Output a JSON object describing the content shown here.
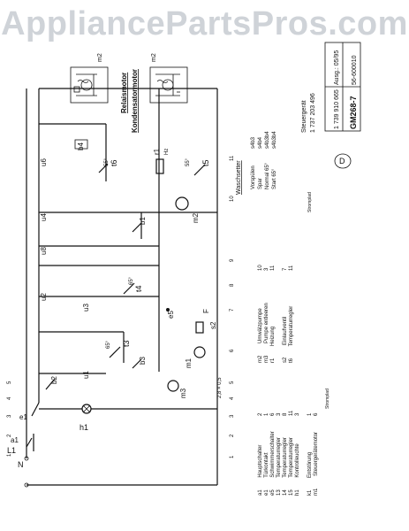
{
  "watermark": "AppliancePartsPros.com",
  "motor_insets": {
    "relay": {
      "title": "Relaismotor",
      "label": "m2"
    },
    "capacitor": {
      "title": "Kondensatormotor",
      "label": "m2"
    }
  },
  "title_block": {
    "part_number_1": "1 739 910 665",
    "issue": "Ausg.: 05/95",
    "model": "GM268-7",
    "doc_number": "56-600010",
    "control_unit_title": "Steuergerät",
    "control_unit_number": "1 737 203 496",
    "country": "D"
  },
  "wash_table": {
    "title": "Waschsetter",
    "programs": [
      "Vorspülen",
      "Spar",
      "Normal 65°",
      "Start 65°"
    ],
    "codes": [
      "s4b3",
      "s4b4",
      "s4b3b4",
      "s4b3b4"
    ]
  },
  "legend": {
    "left": [
      {
        "code": "a1",
        "num": "2",
        "text": "Hauptschalter"
      },
      {
        "code": "e1",
        "num": "1",
        "text": "Türkontakt"
      },
      {
        "code": "e5",
        "num": "6",
        "text": "Schwimmerschalter"
      },
      {
        "code": "13",
        "num": "3",
        "text": "Temperaturregler"
      },
      {
        "code": "14",
        "num": "8",
        "text": "Temperaturregler"
      },
      {
        "code": "15",
        "num": "11",
        "text": "Temperaturregler"
      },
      {
        "code": "h1",
        "num": "3",
        "text": "Kontrolleuchte"
      }
    ],
    "right": [
      {
        "code": "m2",
        "num": "10",
        "text": "Umwälzpumpe"
      },
      {
        "code": "m3",
        "num": "3",
        "text": "Pumpe entleeren"
      },
      {
        "code": "r1",
        "num": "11",
        "text": "Heizung"
      },
      {
        "code": "s2",
        "num": "7",
        "text": "Einlaufventil"
      },
      {
        "code": "t6",
        "num": "11",
        "text": "Temperaturregler"
      }
    ],
    "bottom": [
      {
        "code": "k1",
        "num": "1",
        "text": "Entstörung"
      },
      {
        "code": "m1",
        "num": "6",
        "text": "Steuergerätemotor"
      }
    ],
    "footer_note": "Stromplad",
    "footer_note_2": "Stromplad"
  },
  "columns": [
    "1",
    "2",
    "3",
    "4",
    "5",
    "6",
    "7",
    "8",
    "9",
    "10",
    "11"
  ],
  "supply": {
    "l1": "L1",
    "n": "N"
  },
  "components": {
    "a1": "a1",
    "e1": "e1",
    "h1": "h1",
    "m1": "m1",
    "m3": "m3",
    "m2": "m2",
    "r1": "r1",
    "hz": "Hz",
    "f": "F",
    "s2": "s2",
    "e5": "e5",
    "t3": "t3",
    "t4": "t4",
    "t5": "t5",
    "t6": "t6",
    "b1": "b1",
    "b2": "b2",
    "b3": "b3",
    "b4": "b4",
    "u1": "u1",
    "u2": "u2",
    "u3": "u3",
    "u4": "u4",
    "u6": "u6",
    "u8": "u8",
    "t55a": "55°",
    "t55b": "55°",
    "t55c": "55°",
    "t65a": "65°",
    "t65b": "65°",
    "rating": "2,8 × 0,5"
  }
}
